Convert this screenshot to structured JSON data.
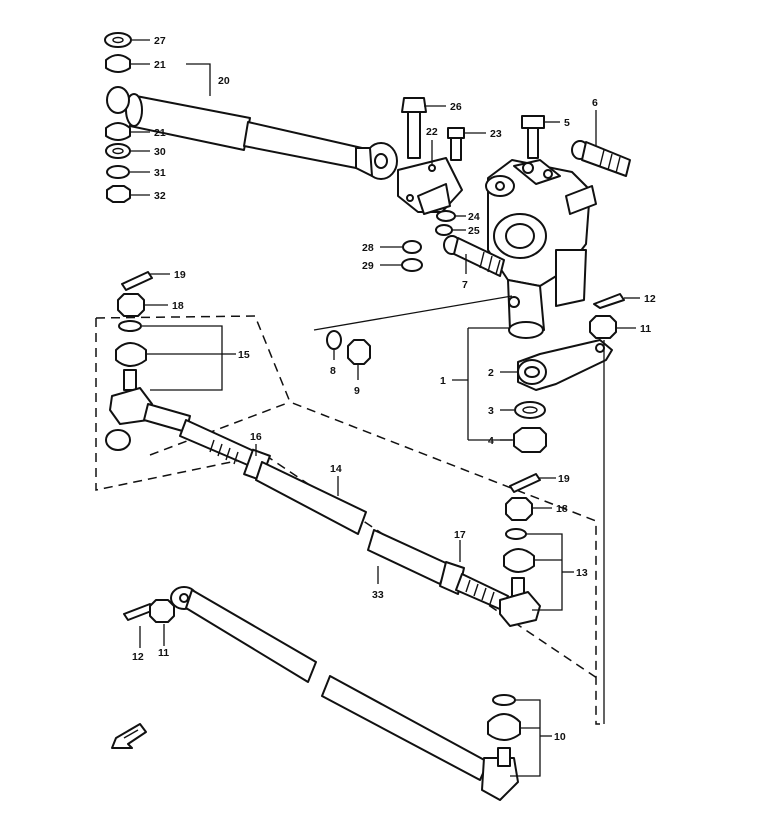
{
  "callouts": {
    "c1": "1",
    "c2": "2",
    "c3": "3",
    "c4": "4",
    "c5": "5",
    "c6": "6",
    "c7": "7",
    "c8": "8",
    "c9": "9",
    "c10": "10",
    "c11a": "11",
    "c11b": "11",
    "c12a": "12",
    "c12b": "12",
    "c13": "13",
    "c14": "14",
    "c15": "15",
    "c16": "16",
    "c17": "17",
    "c18a": "18",
    "c18b": "18",
    "c19a": "19",
    "c19b": "19",
    "c20": "20",
    "c21a": "21",
    "c21b": "21",
    "c22": "22",
    "c23": "23",
    "c24": "24",
    "c25": "25",
    "c26": "26",
    "c27": "27",
    "c28": "28",
    "c29": "29",
    "c30": "30",
    "c31": "31",
    "c32": "32",
    "c33": "33"
  },
  "colors": {
    "ink": "#111111",
    "paper": "#ffffff"
  },
  "icons": {
    "orientation": "front-arrow-icon"
  }
}
